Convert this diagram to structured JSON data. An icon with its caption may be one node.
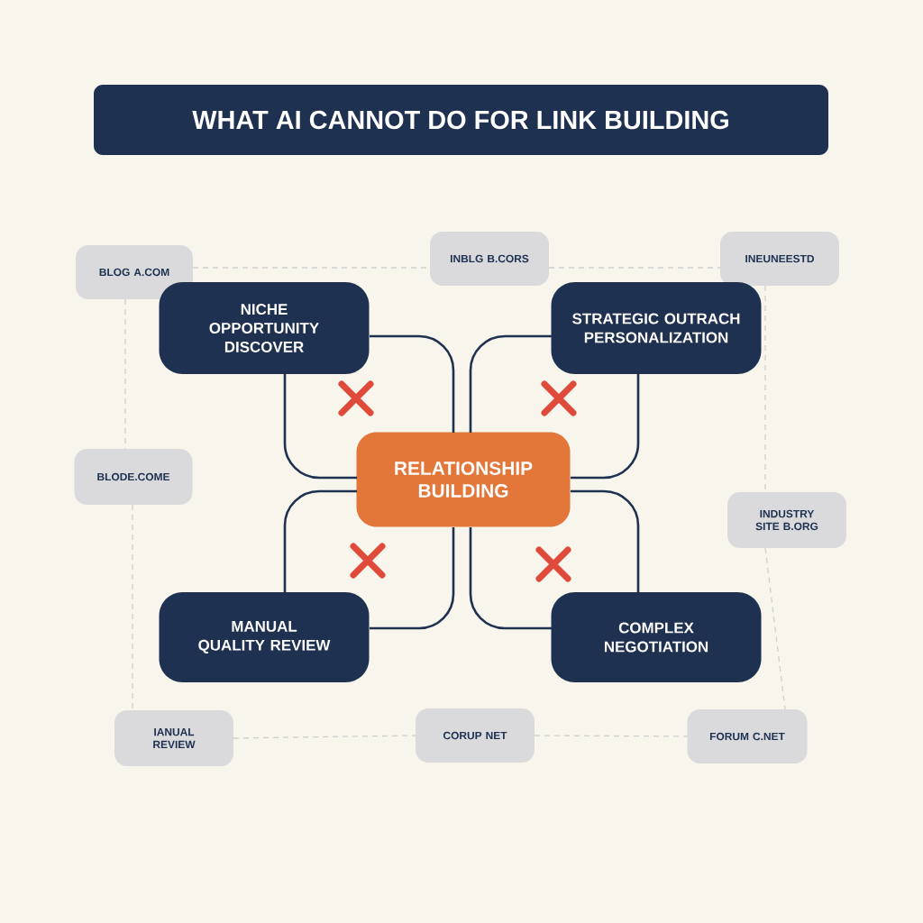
{
  "diagram": {
    "title": "WHAT AI CANNOT DO FOR LINK BUILDING",
    "nodes": [
      {
        "text": [
          "BLOG A.COM"
        ]
      },
      {
        "text": [
          "INBLG B.CORS"
        ]
      },
      {
        "text": [
          "INEUNEESTD"
        ]
      },
      {
        "text": [
          "NICHE OPPORTUNITY DISCOVER"
        ]
      },
      {
        "text": [
          "STRATEGIC OUTRACH PERSONALIZATION"
        ]
      },
      {
        "text": [
          "BLODE.COME"
        ]
      },
      {
        "text": [
          "RELATIONSHIP BUILDING"
        ]
      },
      {
        "text": [
          "INDUSTRY SITE B.ORG"
        ]
      },
      {
        "text": [
          "MANUAL QUALITY REVIEW"
        ]
      },
      {
        "text": [
          "COMPLEX NEGOTIATION"
        ]
      },
      {
        "text": [
          "IANUAL REVIEW"
        ]
      },
      {
        "text": [
          "CORUP NET"
        ]
      },
      {
        "text": [
          "FORUM C.NET"
        ]
      }
    ],
    "edges": [
      {
        "from": 3,
        "to": 6,
        "arrow": "none"
      },
      {
        "from": 3,
        "to": 6,
        "arrow": "none"
      },
      {
        "from": 4,
        "to": 6,
        "arrow": "none"
      },
      {
        "from": 4,
        "to": 6,
        "arrow": "none"
      },
      {
        "from": 8,
        "to": 6,
        "arrow": "none"
      },
      {
        "from": 8,
        "to": 6,
        "arrow": "none"
      },
      {
        "from": 9,
        "to": 6,
        "arrow": "none"
      },
      {
        "from": 9,
        "to": 6,
        "arrow": "none"
      },
      {
        "from": 0,
        "to": 1,
        "arrow": "none",
        "style": "dashed",
        "color": "#cfcfcf"
      },
      {
        "from": 1,
        "to": 2,
        "arrow": "none",
        "style": "dashed",
        "color": "#cfcfcf"
      },
      {
        "from": 0,
        "to": 5,
        "arrow": "none",
        "style": "dashed",
        "color": "#cfcfcf"
      },
      {
        "from": 5,
        "to": 10,
        "arrow": "none",
        "style": "dashed",
        "color": "#cfcfcf"
      },
      {
        "from": 10,
        "to": 11,
        "arrow": "none",
        "style": "dashed",
        "color": "#cfcfcf"
      },
      {
        "from": 11,
        "to": 12,
        "arrow": "none",
        "style": "dashed",
        "color": "#cfcfcf"
      },
      {
        "from": 2,
        "to": 7,
        "arrow": "none",
        "style": "dashed",
        "color": "#cfcfcf"
      },
      {
        "from": 7,
        "to": 12,
        "arrow": "none",
        "style": "dashed",
        "color": "#cfcfcf"
      }
    ]
  }
}
